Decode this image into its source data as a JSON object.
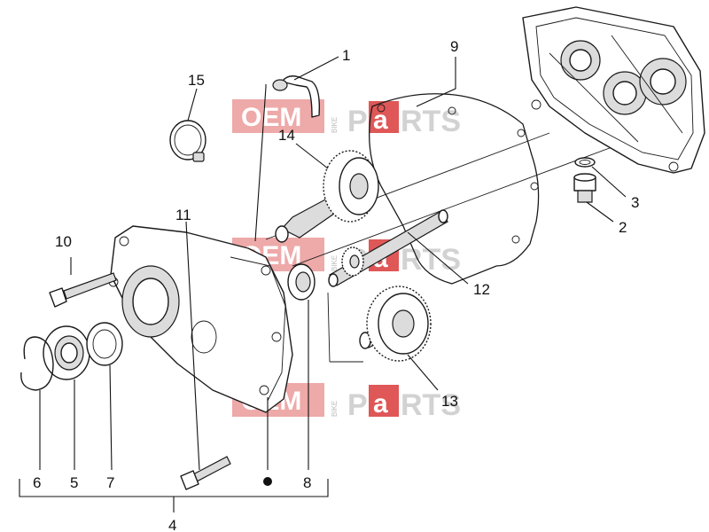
{
  "watermark": {
    "oem": "OEM",
    "bike": "BIKE",
    "brand_p": "P",
    "brand_a": "a",
    "brand_rts": "RTS"
  },
  "callouts": {
    "c1": "1",
    "c2": "2",
    "c3": "3",
    "c4": "4",
    "c5": "5",
    "c6": "6",
    "c7": "7",
    "c8": "8",
    "c9": "9",
    "c10": "10",
    "c11": "11",
    "c12": "12",
    "c13": "13",
    "c14": "14",
    "c15": "15"
  }
}
